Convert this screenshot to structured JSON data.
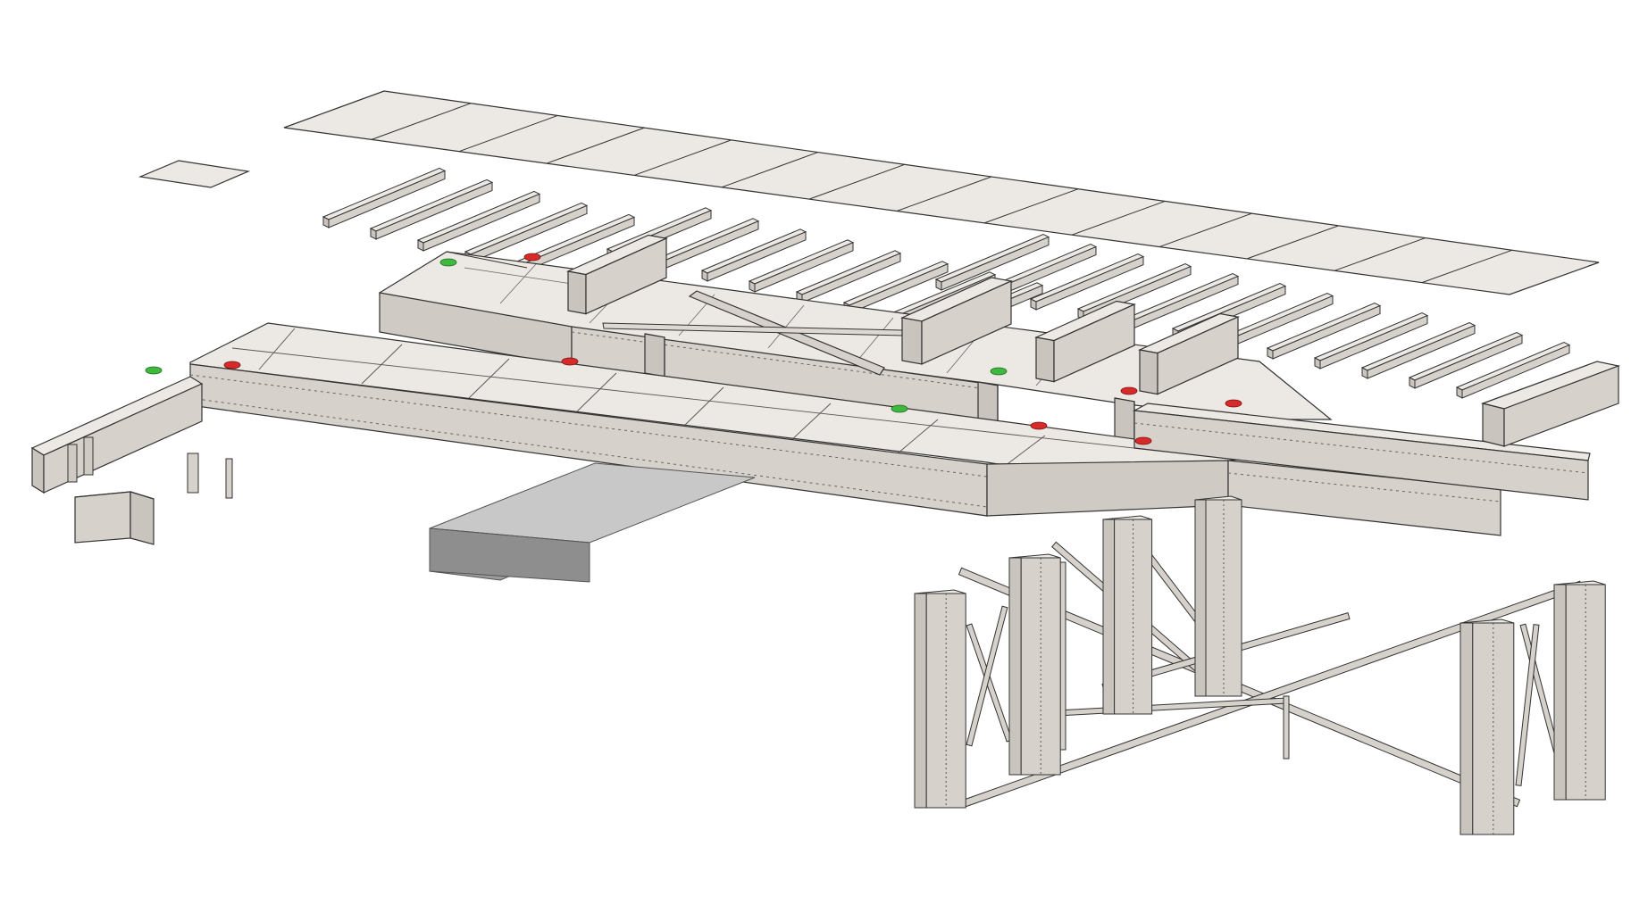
{
  "drawing": {
    "style": "exploded isometric steel structure line drawing",
    "palette": {
      "background": "#ffffff",
      "steel_face_light": "#eeeae5",
      "steel_face_mid": "#d6d1cb",
      "steel_face_dark": "#b5b0aa",
      "concrete_top": "#c8c8c8",
      "concrete_side": "#9a9a9a",
      "edge": "#3a3a3a",
      "marker_red": "#d62b2b",
      "marker_green": "#3fb83f"
    },
    "components": {
      "deck_panel_count": 14,
      "stringer_count_upper": 5,
      "stringer_count_mid": 8,
      "stringer_count_right": 12,
      "tower_legs": 6,
      "red_markers": 7,
      "green_markers": 4
    }
  }
}
